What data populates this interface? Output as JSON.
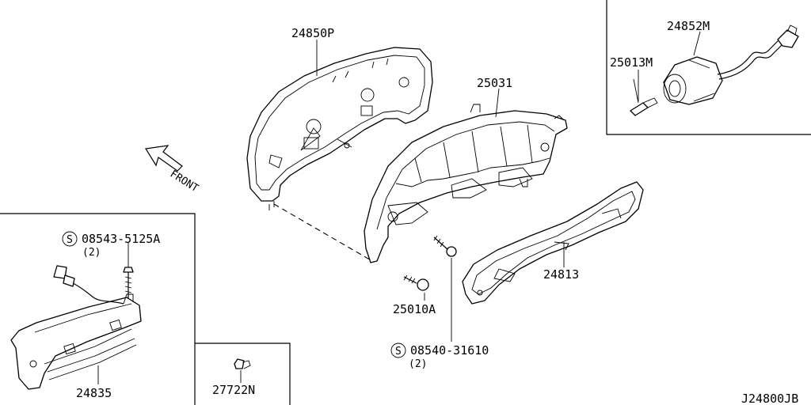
{
  "labels": {
    "meter_mask": "24850P",
    "combination_meter": "25031",
    "meter_assy_right": "24852M",
    "bulb_25013m": "25013M",
    "screw_spec_a": "08543-5125A",
    "screw_qty_a": "(2)",
    "clip_25010a": "25010A",
    "screw_spec_b": "08540-31610",
    "screw_qty_b": "(2)",
    "cover_24813": "24813",
    "display_24835": "24835",
    "bulb_27722n": "27722N",
    "diagram_code": "J24800JB",
    "front": "FRONT",
    "s_mark": "S"
  }
}
